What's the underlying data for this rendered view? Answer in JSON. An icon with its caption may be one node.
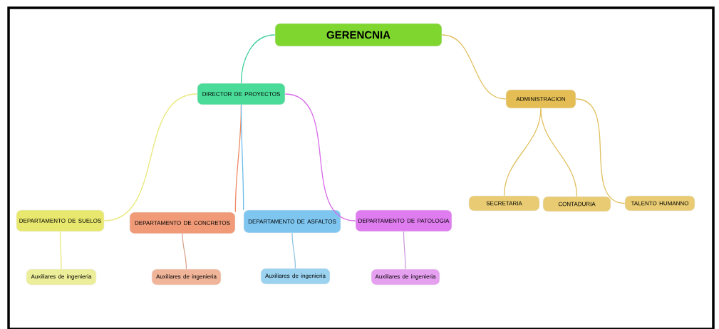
{
  "diagram": {
    "nodes": [
      {
        "text": [
          "GERENCNIA"
        ]
      },
      {
        "text": [
          "DIRECTOR DE PROYECTOS"
        ]
      },
      {
        "text": [
          "ADMINISTRACION"
        ]
      },
      {
        "text": [
          "DEPARTAMENTO DE SUELOS"
        ]
      },
      {
        "text": [
          "DEPARTAMENTO DE CONCRETOS"
        ]
      },
      {
        "text": [
          "DEPARTAMENTO DE ASFALTOS"
        ]
      },
      {
        "text": [
          "DEPARTAMENTO DE PATOLOGIA"
        ]
      },
      {
        "text": [
          "Auxiliares de ingenieria"
        ]
      },
      {
        "text": [
          "Auxiliares de ingenieria"
        ]
      },
      {
        "text": [
          "Auxiliares de ingenieria"
        ]
      },
      {
        "text": [
          "Auxiliares de ingenieria"
        ]
      },
      {
        "text": [
          "SECRETARIA"
        ]
      },
      {
        "text": [
          "CONTADURIA"
        ]
      },
      {
        "text": [
          "TALENTO HUMANNO"
        ]
      }
    ],
    "edges": [
      {
        "from": 0,
        "to": 1,
        "arrow": "none",
        "color": "#3ecf9a"
      },
      {
        "from": 0,
        "to": 2,
        "arrow": "none"
      },
      {
        "from": 1,
        "to": 3,
        "arrow": "none",
        "color": "#e8e87a"
      },
      {
        "from": 1,
        "to": 4,
        "arrow": "none",
        "color": "#ee8a66"
      },
      {
        "from": 1,
        "to": 5,
        "arrow": "none",
        "color": "#6cbce8"
      },
      {
        "from": 1,
        "to": 6,
        "arrow": "none",
        "color": "#d86ae8"
      },
      {
        "from": 3,
        "to": 7,
        "arrow": "none",
        "color": "#e8e87a"
      },
      {
        "from": 4,
        "to": 8,
        "arrow": "none",
        "color": "#d9a58f"
      },
      {
        "from": 5,
        "to": 9,
        "arrow": "none",
        "color": "#8fc4e0"
      },
      {
        "from": 6,
        "to": 10,
        "arrow": "none",
        "color": "#cc99dd"
      },
      {
        "from": 2,
        "to": 11,
        "arrow": "none"
      },
      {
        "from": 2,
        "to": 12,
        "arrow": "none"
      },
      {
        "from": 2,
        "to": 13,
        "arrow": "none"
      }
    ]
  }
}
